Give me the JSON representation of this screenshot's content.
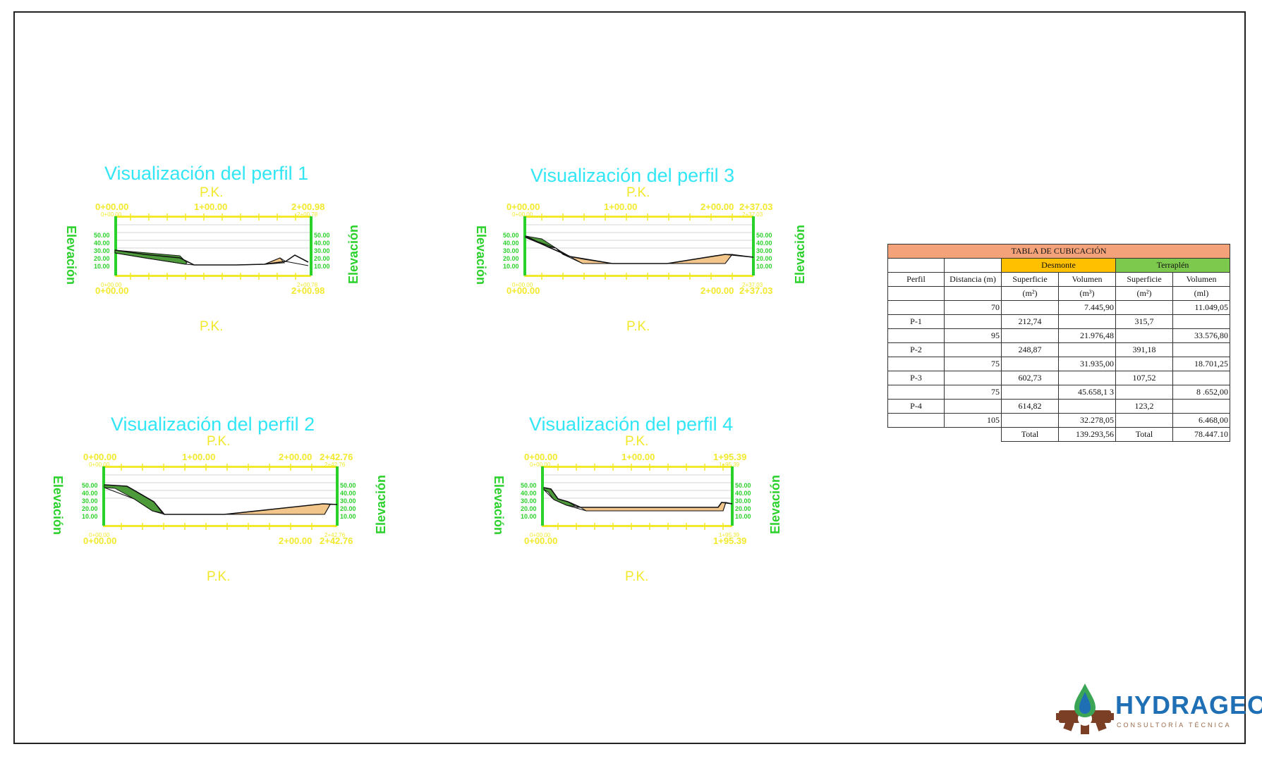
{
  "profiles": [
    {
      "title": "Visualización del perfil 1",
      "pk_top": "P.K.",
      "pk_bottom": "P.K.",
      "elev_label": "Elevación",
      "top_ticks": [
        "0+00.00",
        "1+00.00",
        "2+00.98"
      ],
      "top_small": [
        "0+00.00",
        "2+00.78"
      ],
      "bottom_ticks": [
        "0+00.00",
        "2+00.98"
      ],
      "bottom_small": [
        "0+00.00",
        "2+00.78"
      ],
      "y_ticks": [
        "50.00",
        "40.00",
        "30.00",
        "20.00",
        "10.00"
      ]
    },
    {
      "title": "Visualización del perfil 3",
      "pk_top": "P.K.",
      "pk_bottom": "P.K.",
      "elev_label": "Elevación",
      "top_ticks": [
        "0+00.00",
        "1+00.00",
        "2+00.00",
        "2+37.03"
      ],
      "top_small": [
        "0+00.00",
        "2+37.03"
      ],
      "bottom_ticks": [
        "0+00.00",
        "2+00.00",
        "2+37.03"
      ],
      "bottom_small": [
        "0+00.00",
        "2+37.03"
      ],
      "y_ticks": [
        "50.00",
        "40.00",
        "30.00",
        "20.00",
        "10.00"
      ]
    },
    {
      "title": "Visualización del perfil 2",
      "pk_top": "P.K.",
      "pk_bottom": "P.K.",
      "elev_label": "Elevación",
      "top_ticks": [
        "0+00.00",
        "1+00.00",
        "2+00.00",
        "2+42.76"
      ],
      "top_small": [
        "0+00.00",
        "2+42.76"
      ],
      "bottom_ticks": [
        "0+00.00",
        "2+00.00",
        "2+42.76"
      ],
      "bottom_small": [
        "0+00.00",
        "2+42.76"
      ],
      "y_ticks": [
        "50.00",
        "40.00",
        "30.00",
        "20.00",
        "10.00"
      ]
    },
    {
      "title": "Visualización del perfil 4",
      "pk_top": "P.K.",
      "pk_bottom": "P.K.",
      "elev_label": "Elevación",
      "top_ticks": [
        "0+00.00",
        "1+00.00",
        "1+95.39"
      ],
      "top_small": [
        "0+00.00",
        "1+95.39"
      ],
      "bottom_ticks": [
        "0+00.00",
        "1+95.39"
      ],
      "bottom_small": [
        "0+00.00",
        "1+95.39"
      ],
      "y_ticks": [
        "50.00",
        "40.00",
        "30.00",
        "20.00",
        "10.00"
      ]
    }
  ],
  "table": {
    "title": "TABLA DE CUBICACIÓN",
    "desmonte": "Desmonte",
    "terraplen": "Terraplén",
    "col_perfil": "Perfil",
    "col_distancia": "Distancia (m)",
    "col_superficie": "Superficie",
    "col_volumen": "Volumen",
    "unit_sup": "(m²)",
    "unit_vol_des": "(m³)",
    "unit_vol_ter": "(ml)",
    "rows": [
      {
        "perfil": "",
        "dist": "70",
        "des_sup": "",
        "des_vol": "7.445,90",
        "ter_sup": "",
        "ter_vol": "11.049,05"
      },
      {
        "perfil": "P-1",
        "dist": "",
        "des_sup": "212,74",
        "des_vol": "",
        "ter_sup": "315,7",
        "ter_vol": ""
      },
      {
        "perfil": "",
        "dist": "95",
        "des_sup": "",
        "des_vol": "21.976,48",
        "ter_sup": "",
        "ter_vol": "33.576,80"
      },
      {
        "perfil": "P-2",
        "dist": "",
        "des_sup": "248,87",
        "des_vol": "",
        "ter_sup": "391,18",
        "ter_vol": ""
      },
      {
        "perfil": "",
        "dist": "75",
        "des_sup": "",
        "des_vol": "31.935,00",
        "ter_sup": "",
        "ter_vol": "18.701,25"
      },
      {
        "perfil": "P-3",
        "dist": "",
        "des_sup": "602,73",
        "des_vol": "",
        "ter_sup": "107,52",
        "ter_vol": ""
      },
      {
        "perfil": "",
        "dist": "75",
        "des_sup": "",
        "des_vol": "45.658,1 3",
        "ter_sup": "",
        "ter_vol": "8 .652,00"
      },
      {
        "perfil": "P-4",
        "dist": "",
        "des_sup": "614,82",
        "des_vol": "",
        "ter_sup": "123,2",
        "ter_vol": ""
      },
      {
        "perfil": "",
        "dist": "105",
        "des_sup": "",
        "des_vol": "32.278,05",
        "ter_sup": "",
        "ter_vol": "6.468,00"
      }
    ],
    "total_label": "Total",
    "total_des": "139.293,56",
    "total_ter": "78.447.10"
  },
  "logo": {
    "name": "HYDRAGEO",
    "tagline": "CONSULTORÍA TÉCNICA"
  },
  "colors": {
    "title": "#33e6f5",
    "yellow": "#f2e92c",
    "green": "#2bd12b",
    "cut": "#4d9a3a",
    "fill": "#f2c58a"
  }
}
